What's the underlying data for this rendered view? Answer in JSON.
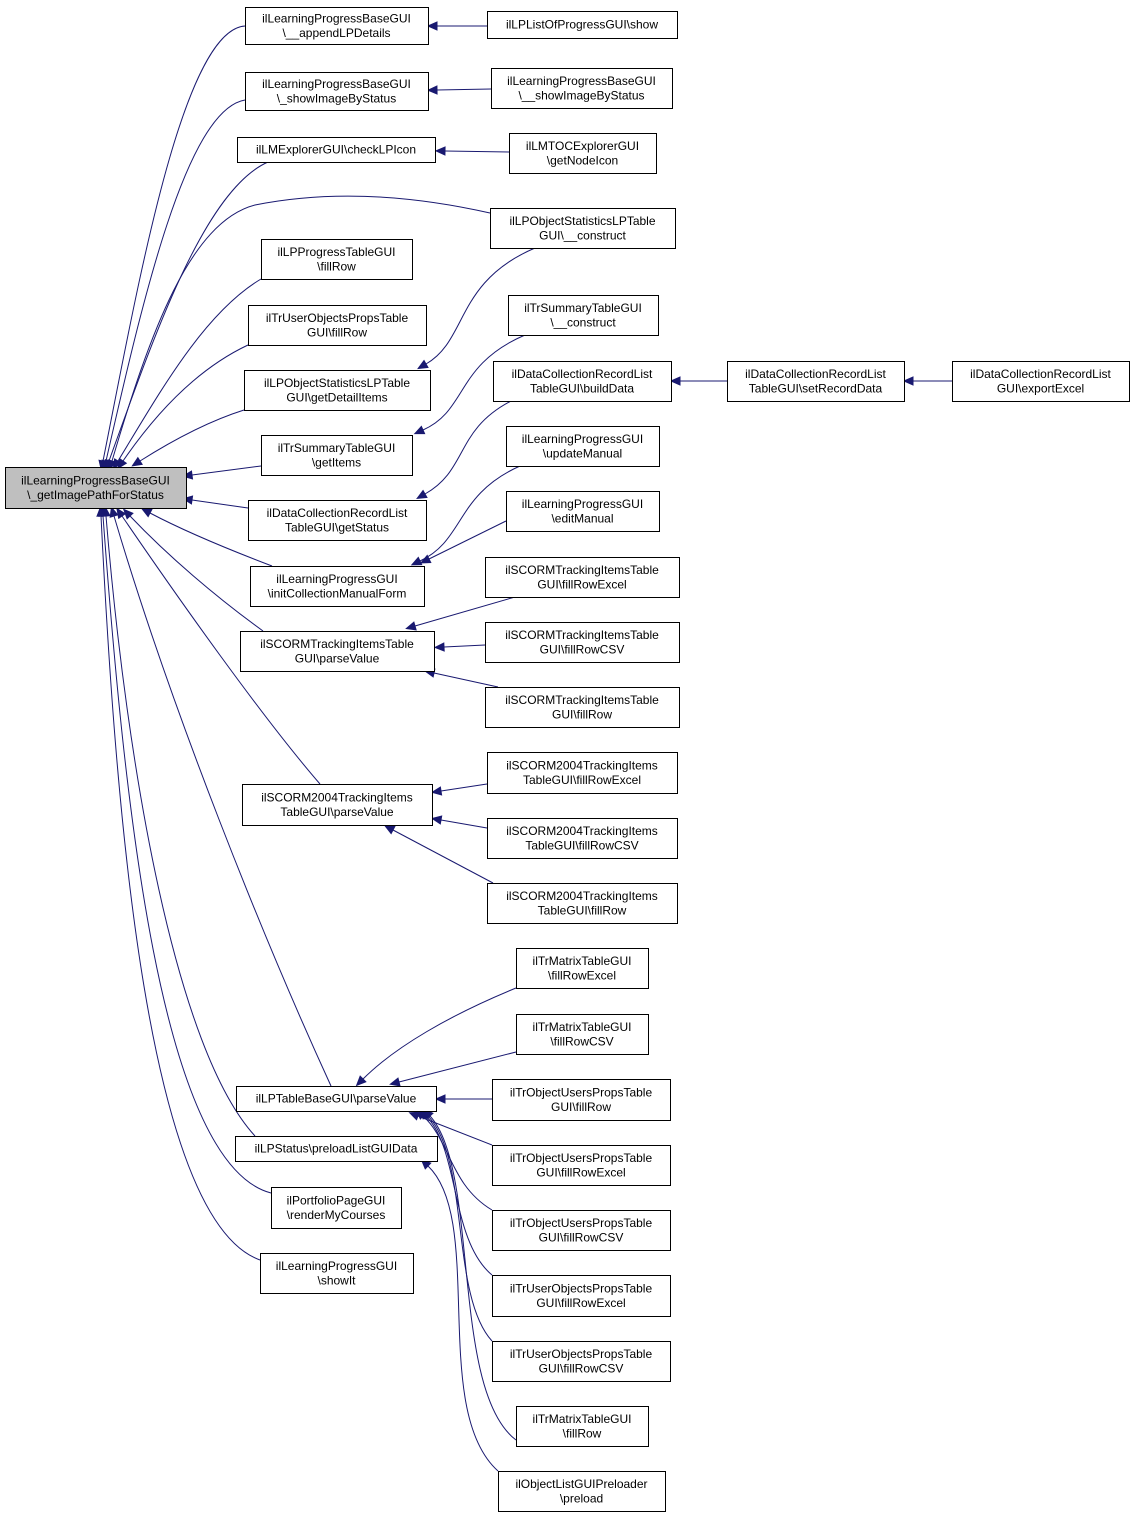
{
  "colors": {
    "edge": "#191970",
    "root_fill": "#bfbfbf",
    "node_fill": "#ffffff",
    "border": "#000000"
  },
  "nodes": {
    "root": [
      "ilLearningProgressBaseGUI",
      "\\_getImagePathForStatus"
    ],
    "lpb_append": [
      "ilLearningProgressBaseGUI",
      "\\__appendLPDetails"
    ],
    "lpb_showimg": [
      "ilLearningProgressBaseGUI",
      "\\_showImageByStatus"
    ],
    "lme_check": [
      "ilLMExplorerGUI\\checkLPIcon"
    ],
    "lpp_fillrow": [
      "ilLPProgressTableGUI",
      "\\fillRow"
    ],
    "truop_fillrow": [
      "ilTrUserObjectsPropsTable",
      "GUI\\fillRow"
    ],
    "lpos_detail": [
      "ilLPObjectStatisticsLPTable",
      "GUI\\getDetailItems"
    ],
    "trs_getitems": [
      "ilTrSummaryTableGUI",
      "\\getItems"
    ],
    "dcr_getstatus": [
      "ilDataCollectionRecordList",
      "TableGUI\\getStatus"
    ],
    "lpg_initform": [
      "ilLearningProgressGUI",
      "\\initCollectionManualForm"
    ],
    "scorm_parse": [
      "ilSCORMTrackingItemsTable",
      "GUI\\parseValue"
    ],
    "scorm04_parse": [
      "ilSCORM2004TrackingItems",
      "TableGUI\\parseValue"
    ],
    "lptb_parse": [
      "ilLPTableBaseGUI\\parseValue"
    ],
    "lps_preload": [
      "ilLPStatus\\preloadListGUIData"
    ],
    "portfolio": [
      "ilPortfolioPageGUI",
      "\\renderMyCourses"
    ],
    "lpg_showit": [
      "ilLearningProgressGUI",
      "\\showIt"
    ],
    "lplist_show": [
      "ilLPListOfProgressGUI\\show"
    ],
    "lpb_showimg2": [
      "ilLearningProgressBaseGUI",
      "\\__showImageByStatus"
    ],
    "lmtoc": [
      "ilLMTOCExplorerGUI",
      "\\getNodeIcon"
    ],
    "lpos_construct": [
      "ilLPObjectStatisticsLPTable",
      "GUI\\__construct"
    ],
    "trs_construct": [
      "ilTrSummaryTableGUI",
      "\\__construct"
    ],
    "dcr_build": [
      "ilDataCollectionRecordList",
      "TableGUI\\buildData"
    ],
    "lpg_update": [
      "ilLearningProgressGUI",
      "\\updateManual"
    ],
    "lpg_edit": [
      "ilLearningProgressGUI",
      "\\editManual"
    ],
    "scorm_excel": [
      "ilSCORMTrackingItemsTable",
      "GUI\\fillRowExcel"
    ],
    "scorm_csv": [
      "ilSCORMTrackingItemsTable",
      "GUI\\fillRowCSV"
    ],
    "scorm_row": [
      "ilSCORMTrackingItemsTable",
      "GUI\\fillRow"
    ],
    "scorm04_excel": [
      "ilSCORM2004TrackingItems",
      "TableGUI\\fillRowExcel"
    ],
    "scorm04_csv": [
      "ilSCORM2004TrackingItems",
      "TableGUI\\fillRowCSV"
    ],
    "scorm04_row": [
      "ilSCORM2004TrackingItems",
      "TableGUI\\fillRow"
    ],
    "trm_excel": [
      "ilTrMatrixTableGUI",
      "\\fillRowExcel"
    ],
    "trm_csv": [
      "ilTrMatrixTableGUI",
      "\\fillRowCSV"
    ],
    "trou_row": [
      "ilTrObjectUsersPropsTable",
      "GUI\\fillRow"
    ],
    "trou_excel": [
      "ilTrObjectUsersPropsTable",
      "GUI\\fillRowExcel"
    ],
    "trou_csv": [
      "ilTrObjectUsersPropsTable",
      "GUI\\fillRowCSV"
    ],
    "truo_excel": [
      "ilTrUserObjectsPropsTable",
      "GUI\\fillRowExcel"
    ],
    "truo_csv": [
      "ilTrUserObjectsPropsTable",
      "GUI\\fillRowCSV"
    ],
    "trm_row": [
      "ilTrMatrixTableGUI",
      "\\fillRow"
    ],
    "olgp_preload": [
      "ilObjectListGUIPreloader",
      "\\preload"
    ],
    "dcr_setrec": [
      "ilDataCollectionRecordList",
      "TableGUI\\setRecordData"
    ],
    "dcr_export": [
      "ilDataCollectionRecordList",
      "GUI\\exportExcel"
    ]
  },
  "edges": [
    {
      "from": "lpb_append",
      "to": "root"
    },
    {
      "from": "lpb_showimg",
      "to": "root"
    },
    {
      "from": "lme_check",
      "to": "root"
    },
    {
      "from": "lpos_construct",
      "to": "root"
    },
    {
      "from": "lpp_fillrow",
      "to": "root"
    },
    {
      "from": "truop_fillrow",
      "to": "root"
    },
    {
      "from": "lpos_detail",
      "to": "root"
    },
    {
      "from": "trs_getitems",
      "to": "root"
    },
    {
      "from": "dcr_getstatus",
      "to": "root"
    },
    {
      "from": "lpg_initform",
      "to": "root"
    },
    {
      "from": "scorm_parse",
      "to": "root"
    },
    {
      "from": "scorm04_parse",
      "to": "root"
    },
    {
      "from": "lptb_parse",
      "to": "root"
    },
    {
      "from": "lps_preload",
      "to": "root"
    },
    {
      "from": "portfolio",
      "to": "root"
    },
    {
      "from": "lpg_showit",
      "to": "root"
    },
    {
      "from": "lplist_show",
      "to": "lpb_append"
    },
    {
      "from": "lpb_showimg2",
      "to": "lpb_showimg"
    },
    {
      "from": "lmtoc",
      "to": "lme_check"
    },
    {
      "from": "lpos_construct",
      "to": "lpos_detail"
    },
    {
      "from": "trs_construct",
      "to": "trs_getitems"
    },
    {
      "from": "dcr_build",
      "to": "dcr_getstatus"
    },
    {
      "from": "lpg_update",
      "to": "lpg_initform"
    },
    {
      "from": "lpg_edit",
      "to": "lpg_initform"
    },
    {
      "from": "scorm_excel",
      "to": "scorm_parse"
    },
    {
      "from": "scorm_csv",
      "to": "scorm_parse"
    },
    {
      "from": "scorm_row",
      "to": "scorm_parse"
    },
    {
      "from": "scorm04_excel",
      "to": "scorm04_parse"
    },
    {
      "from": "scorm04_csv",
      "to": "scorm04_parse"
    },
    {
      "from": "scorm04_row",
      "to": "scorm04_parse"
    },
    {
      "from": "trm_excel",
      "to": "lptb_parse"
    },
    {
      "from": "trm_csv",
      "to": "lptb_parse"
    },
    {
      "from": "trou_row",
      "to": "lptb_parse"
    },
    {
      "from": "trou_excel",
      "to": "lptb_parse"
    },
    {
      "from": "trou_csv",
      "to": "lptb_parse"
    },
    {
      "from": "truo_excel",
      "to": "lptb_parse"
    },
    {
      "from": "truo_csv",
      "to": "lptb_parse"
    },
    {
      "from": "trm_row",
      "to": "lptb_parse"
    },
    {
      "from": "olgp_preload",
      "to": "lps_preload"
    },
    {
      "from": "dcr_setrec",
      "to": "dcr_build"
    },
    {
      "from": "dcr_export",
      "to": "dcr_setrec"
    }
  ]
}
